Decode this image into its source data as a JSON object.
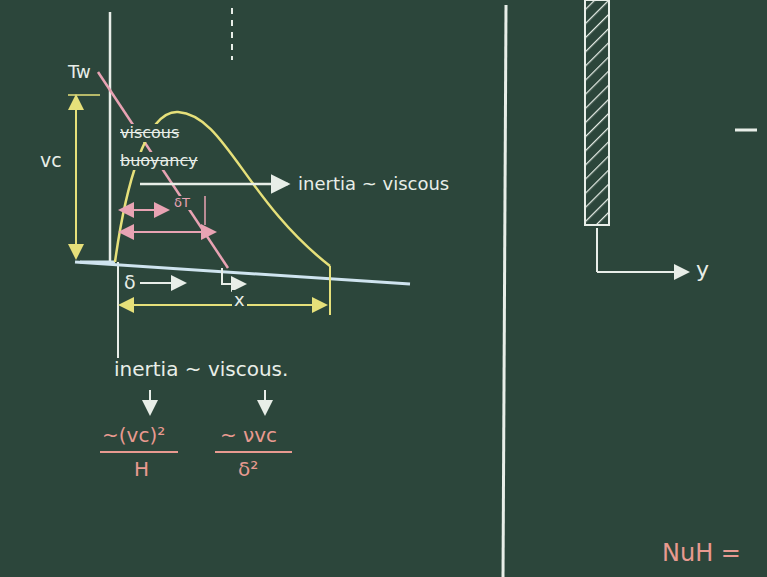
{
  "diagram": {
    "labels": [
      "Tw",
      "vc",
      "viscous",
      "buoyancy",
      "inertia ~ viscous",
      "δT",
      "δ",
      "x",
      "inertia ~ viscous.",
      "~(vc)²",
      "H",
      "~ νvc",
      "δ²",
      "y",
      "NuH ="
    ]
  }
}
